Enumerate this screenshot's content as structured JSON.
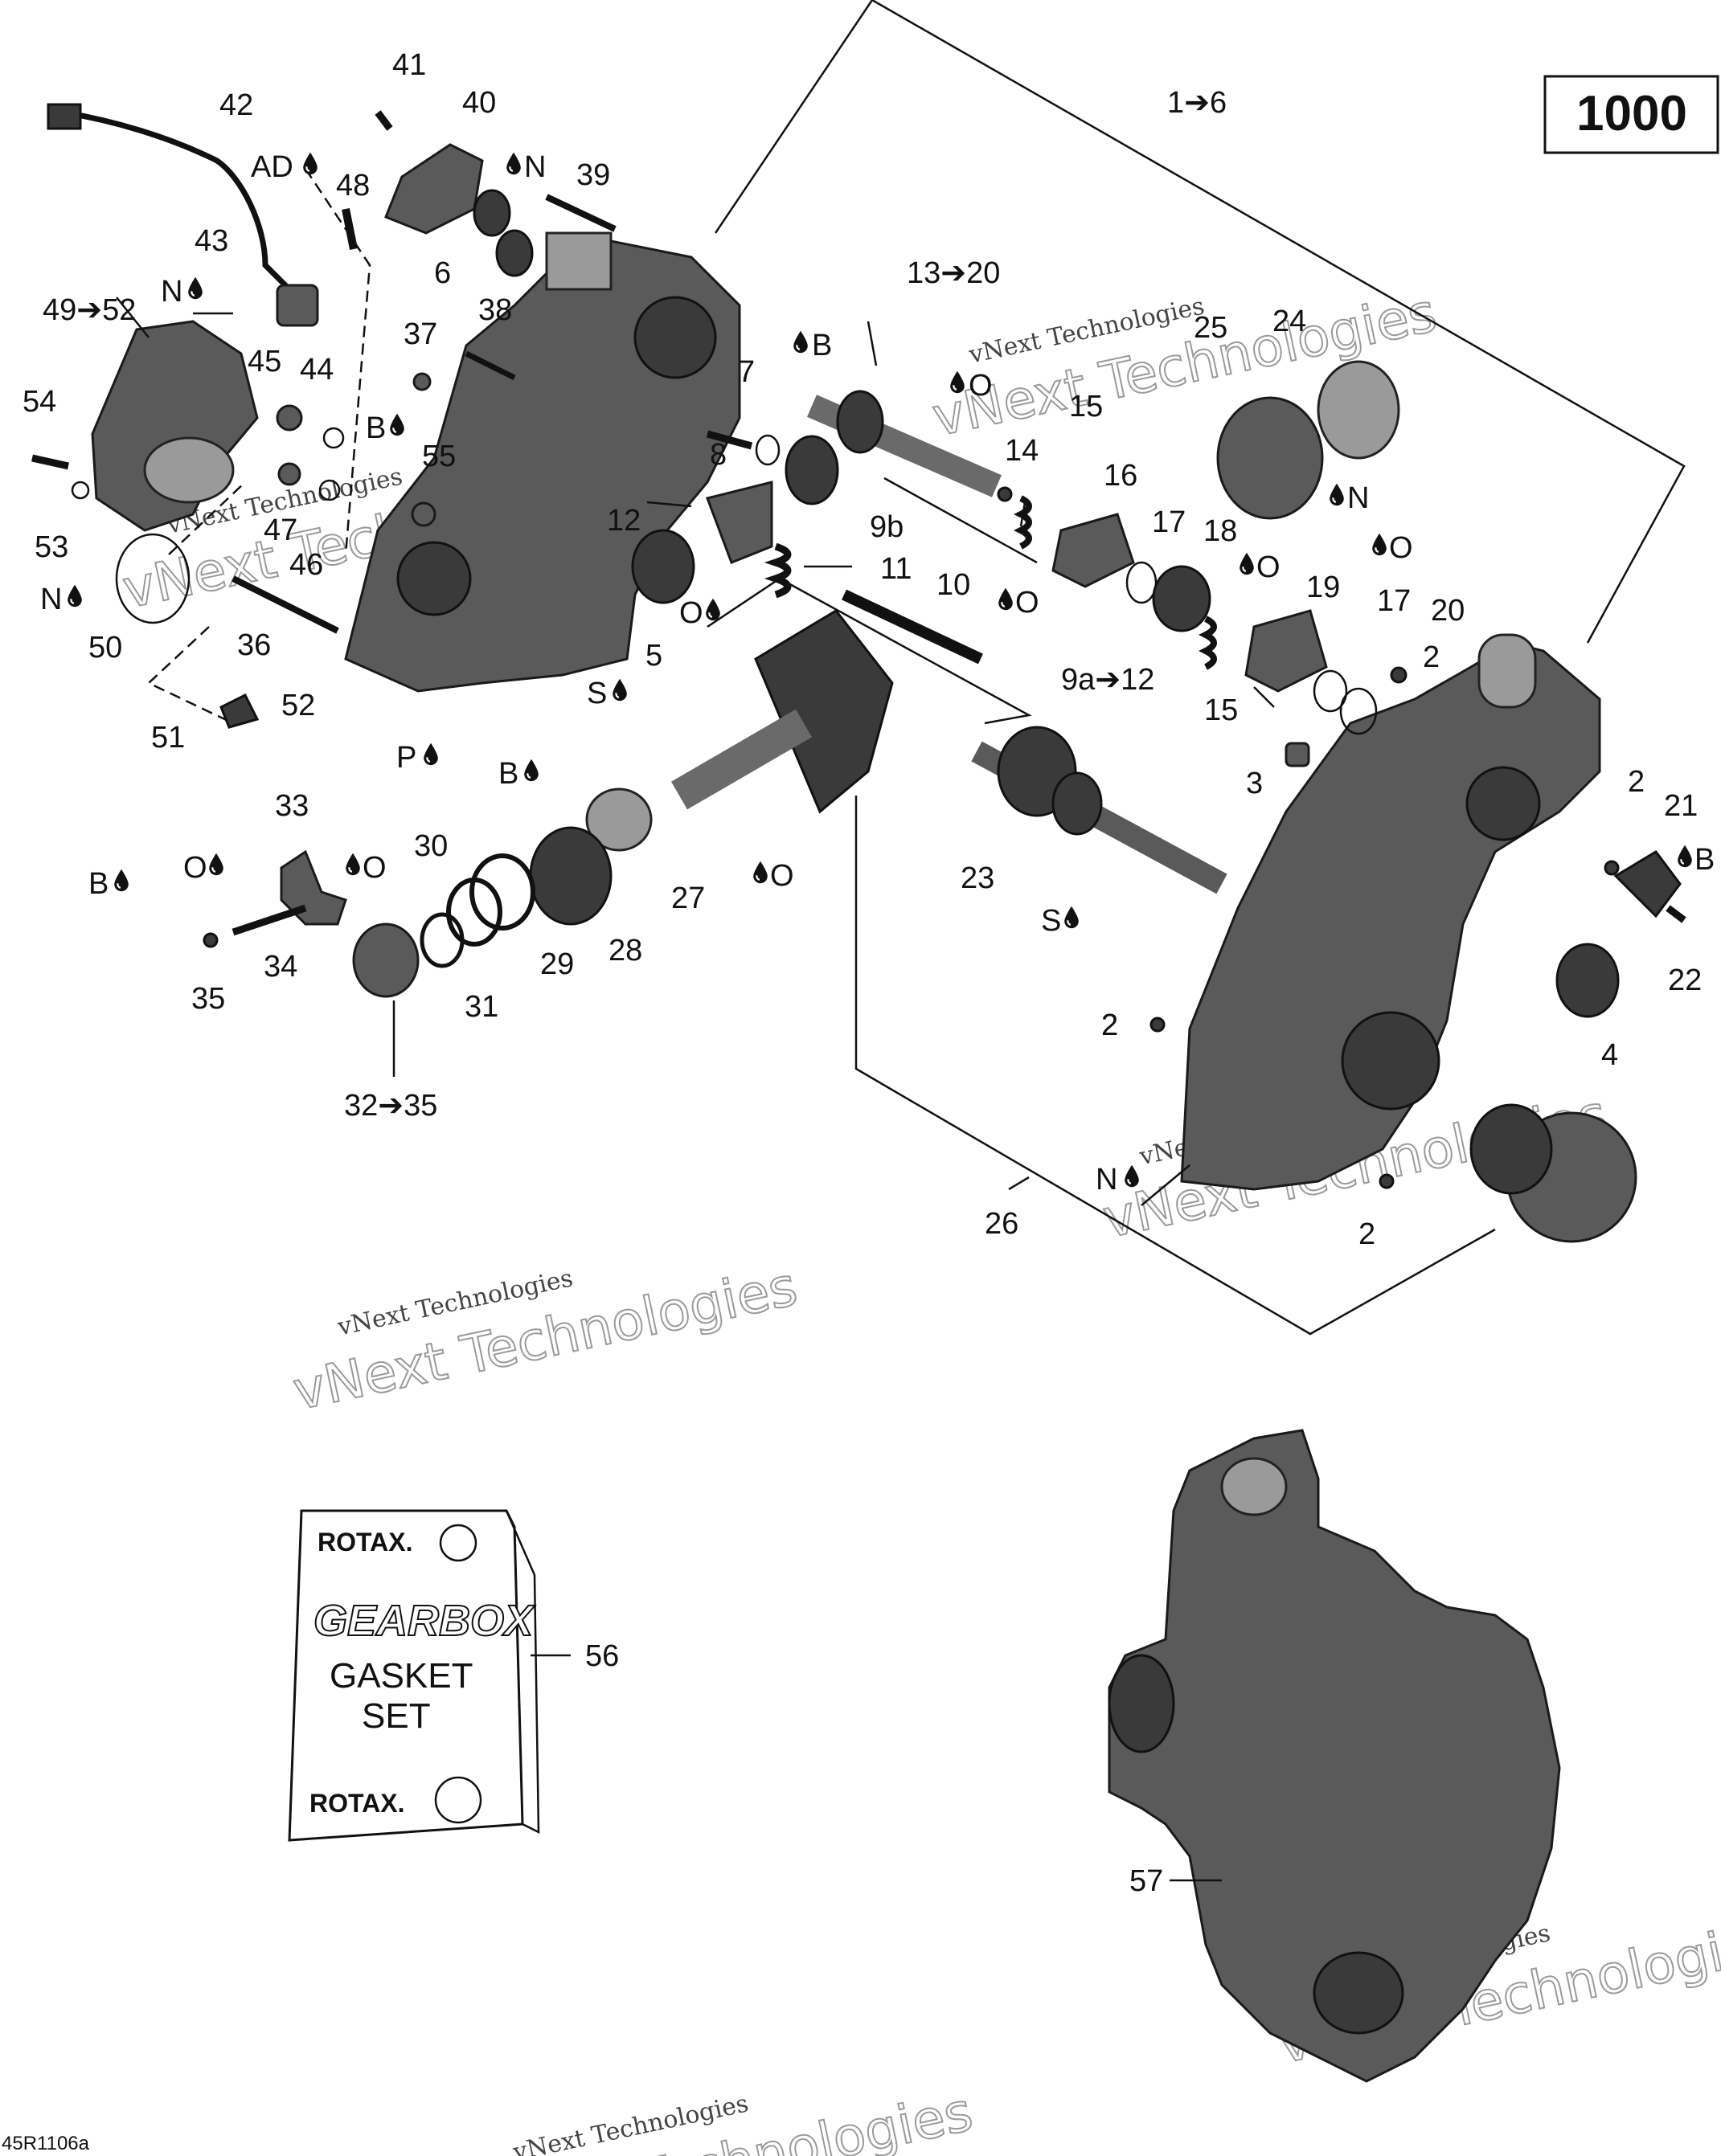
{
  "badge": "1000",
  "figure_code": "45R1106a",
  "watermark_small": "vNext Technologies",
  "watermark_large": "vNext Technologies",
  "kit": {
    "brand": "ROTAX.",
    "line1": "GEARBOX",
    "line2": "GASKET",
    "line3": "SET"
  },
  "callouts": [
    {
      "id": "c1",
      "text": "1➔6"
    },
    {
      "id": "c2",
      "text": "2"
    },
    {
      "id": "c2b",
      "text": "2"
    },
    {
      "id": "c2c",
      "text": "2"
    },
    {
      "id": "c2d",
      "text": "2"
    },
    {
      "id": "c2e",
      "text": "2"
    },
    {
      "id": "c3",
      "text": "3"
    },
    {
      "id": "c4",
      "text": "4"
    },
    {
      "id": "c5",
      "text": "5"
    },
    {
      "id": "c6",
      "text": "6"
    },
    {
      "id": "c7",
      "text": "7"
    },
    {
      "id": "c8",
      "text": "8"
    },
    {
      "id": "c9b",
      "text": "9b"
    },
    {
      "id": "c9a",
      "text": "9a➔12"
    },
    {
      "id": "c10",
      "text": "10"
    },
    {
      "id": "c11",
      "text": "11"
    },
    {
      "id": "c12",
      "text": "12"
    },
    {
      "id": "c13",
      "text": "13➔20"
    },
    {
      "id": "c14",
      "text": "14"
    },
    {
      "id": "c15",
      "text": "15"
    },
    {
      "id": "c15b",
      "text": "15"
    },
    {
      "id": "c16",
      "text": "16"
    },
    {
      "id": "c17",
      "text": "17"
    },
    {
      "id": "c17b",
      "text": "17"
    },
    {
      "id": "c18",
      "text": "18"
    },
    {
      "id": "c19",
      "text": "19"
    },
    {
      "id": "c20",
      "text": "20"
    },
    {
      "id": "c21",
      "text": "21"
    },
    {
      "id": "c22",
      "text": "22"
    },
    {
      "id": "c23",
      "text": "23"
    },
    {
      "id": "c24",
      "text": "24"
    },
    {
      "id": "c25",
      "text": "25"
    },
    {
      "id": "c26",
      "text": "26"
    },
    {
      "id": "c27",
      "text": "27"
    },
    {
      "id": "c28",
      "text": "28"
    },
    {
      "id": "c29",
      "text": "29"
    },
    {
      "id": "c30",
      "text": "30"
    },
    {
      "id": "c31",
      "text": "31"
    },
    {
      "id": "c32",
      "text": "32➔35"
    },
    {
      "id": "c33",
      "text": "33"
    },
    {
      "id": "c34",
      "text": "34"
    },
    {
      "id": "c35",
      "text": "35"
    },
    {
      "id": "c36",
      "text": "36"
    },
    {
      "id": "c37",
      "text": "37"
    },
    {
      "id": "c38",
      "text": "38"
    },
    {
      "id": "c39",
      "text": "39"
    },
    {
      "id": "c40",
      "text": "40"
    },
    {
      "id": "c41",
      "text": "41"
    },
    {
      "id": "c42",
      "text": "42"
    },
    {
      "id": "c43",
      "text": "43"
    },
    {
      "id": "c44",
      "text": "44"
    },
    {
      "id": "c45",
      "text": "45"
    },
    {
      "id": "c46",
      "text": "46"
    },
    {
      "id": "c47",
      "text": "47"
    },
    {
      "id": "c48",
      "text": "48"
    },
    {
      "id": "c49",
      "text": "49➔52"
    },
    {
      "id": "c50",
      "text": "50"
    },
    {
      "id": "c51",
      "text": "51"
    },
    {
      "id": "c52",
      "text": "52"
    },
    {
      "id": "c53",
      "text": "53"
    },
    {
      "id": "c54",
      "text": "54"
    },
    {
      "id": "c55",
      "text": "55"
    },
    {
      "id": "c56",
      "text": "56"
    },
    {
      "id": "c57",
      "text": "57"
    }
  ],
  "lubricants": [
    {
      "id": "lAD",
      "text": "AD"
    },
    {
      "id": "lN1",
      "text": "N"
    },
    {
      "id": "lN2",
      "text": "N"
    },
    {
      "id": "lN3",
      "text": "N"
    },
    {
      "id": "lN4",
      "text": "N"
    },
    {
      "id": "lN5",
      "text": "N"
    },
    {
      "id": "lB1",
      "text": "B"
    },
    {
      "id": "lB2",
      "text": "B"
    },
    {
      "id": "lB3",
      "text": "B"
    },
    {
      "id": "lB4",
      "text": "B"
    },
    {
      "id": "lB5",
      "text": "B"
    },
    {
      "id": "lO1",
      "text": "O"
    },
    {
      "id": "lO2",
      "text": "O"
    },
    {
      "id": "lO3",
      "text": "O"
    },
    {
      "id": "lO4",
      "text": "O"
    },
    {
      "id": "lO5",
      "text": "O"
    },
    {
      "id": "lO6",
      "text": "O"
    },
    {
      "id": "lO7",
      "text": "O"
    },
    {
      "id": "lO8",
      "text": "O"
    },
    {
      "id": "lS1",
      "text": "S"
    },
    {
      "id": "lS2",
      "text": "S"
    },
    {
      "id": "lP1",
      "text": "P"
    }
  ]
}
